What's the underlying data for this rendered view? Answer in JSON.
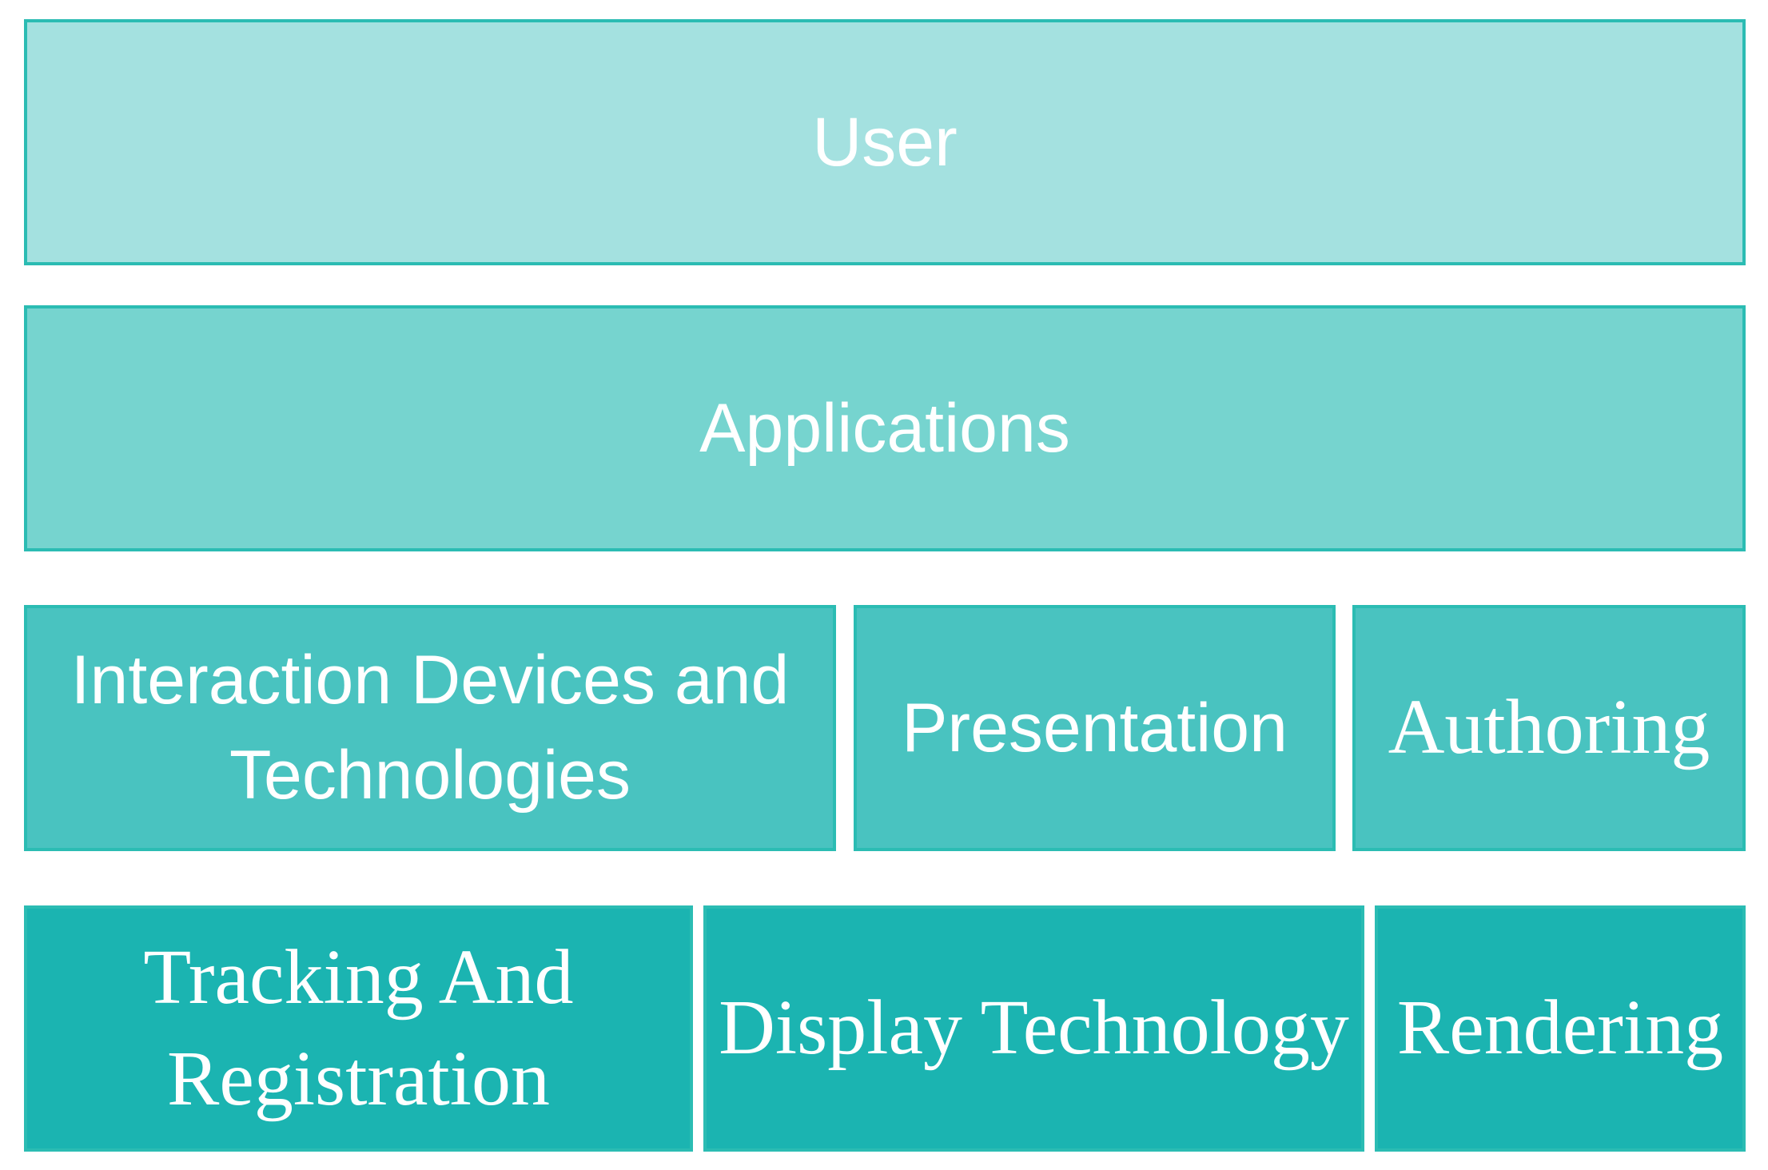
{
  "layers": {
    "user": {
      "label": "User"
    },
    "applications": {
      "label": "Applications"
    },
    "middle": {
      "interaction": {
        "line1": "Interaction Devices and",
        "line2": "Technologies"
      },
      "presentation": {
        "label": "Presentation"
      },
      "authoring": {
        "label": "Authoring"
      }
    },
    "bottom": {
      "tracking": {
        "line1": "Tracking And",
        "line2": "Registration"
      },
      "display": {
        "label": "Display Technology"
      },
      "rendering": {
        "label": "Rendering"
      }
    }
  },
  "colors": {
    "border": "#2bbcb3",
    "tier1_fill": "#a4e1e0",
    "tier2_fill": "#76d4cf",
    "tier3_fill": "#49c3c0",
    "tier4_fill": "#1bb4b1",
    "text": "#ffffff"
  }
}
